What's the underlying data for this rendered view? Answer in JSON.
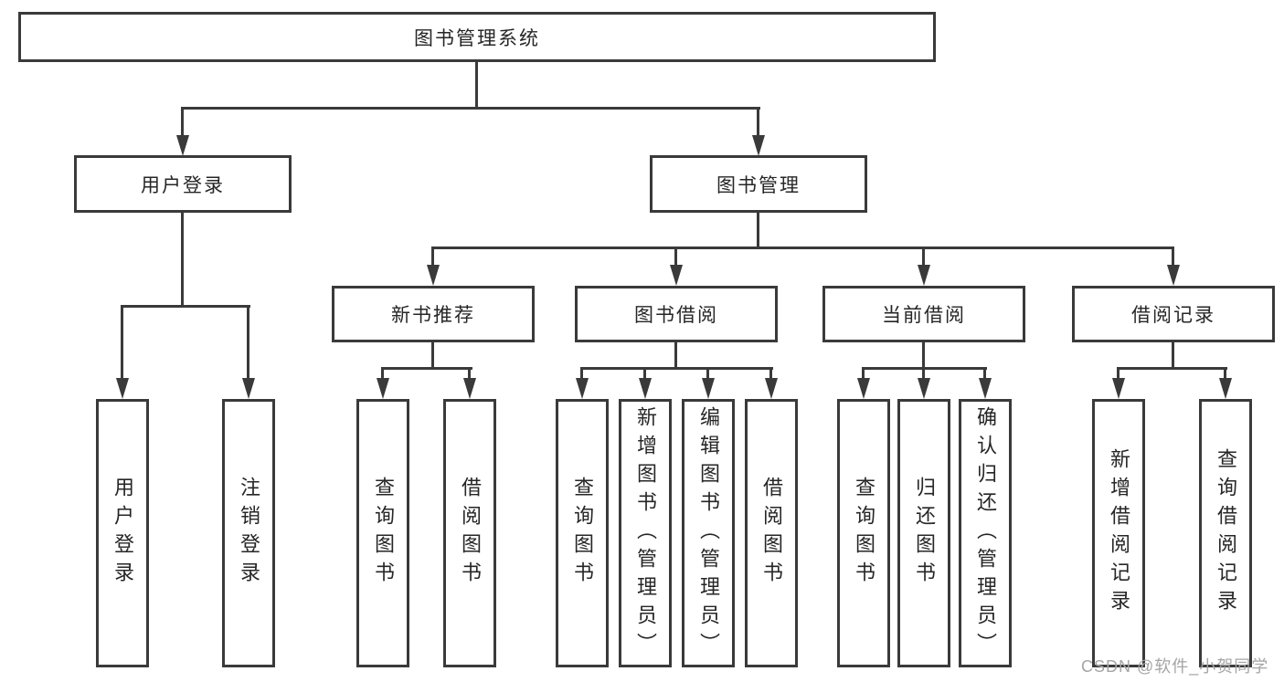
{
  "colors": {
    "line": "#3a3a3a",
    "text": "#262626",
    "wm": "#a5a5a5",
    "bg": "#ffffff"
  },
  "watermark": {
    "text": "CSDN @软件_小贺同学"
  },
  "tree": {
    "label": "图书管理系统",
    "children": [
      {
        "label": "用户登录",
        "children": [
          {
            "label": "用户登录"
          },
          {
            "label": "注销登录"
          }
        ]
      },
      {
        "label": "图书管理",
        "children": [
          {
            "label": "新书推荐",
            "children": [
              {
                "label": "查询图书"
              },
              {
                "label": "借阅图书"
              }
            ]
          },
          {
            "label": "图书借阅",
            "children": [
              {
                "label": "查询图书"
              },
              {
                "label": "新增图书（管理员）"
              },
              {
                "label": "编辑图书（管理员）"
              },
              {
                "label": "借阅图书"
              }
            ]
          },
          {
            "label": "当前借阅",
            "children": [
              {
                "label": "查询图书"
              },
              {
                "label": "归还图书"
              },
              {
                "label": "确认归还（管理员）"
              }
            ]
          },
          {
            "label": "借阅记录",
            "children": [
              {
                "label": "新增借阅记录"
              },
              {
                "label": "查询借阅记录"
              }
            ]
          }
        ]
      }
    ]
  }
}
